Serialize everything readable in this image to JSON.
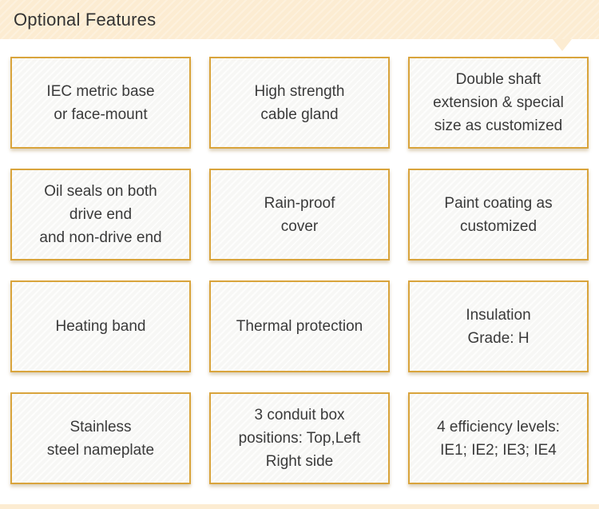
{
  "header": {
    "title": "Optional Features"
  },
  "features": [
    {
      "label": "IEC metric base\nor face-mount"
    },
    {
      "label": "High strength\ncable gland"
    },
    {
      "label": "Double shaft\nextension & special\nsize as customized"
    },
    {
      "label": "Oil seals on both\ndrive end\nand non-drive end"
    },
    {
      "label": "Rain-proof\ncover"
    },
    {
      "label": "Paint coating as\ncustomized"
    },
    {
      "label": "Heating band"
    },
    {
      "label": "Thermal protection"
    },
    {
      "label": "Insulation\nGrade: H"
    },
    {
      "label": "Stainless\nsteel nameplate"
    },
    {
      "label": "3 conduit box\npositions: Top,Left\nRight side"
    },
    {
      "label": "4 efficiency levels:\nIE1; IE2; IE3; IE4"
    }
  ],
  "colors": {
    "header_background": "#fcecd2",
    "card_border": "#d9a43c",
    "card_background": "#f7f7f5",
    "text": "#3a3a3a"
  }
}
